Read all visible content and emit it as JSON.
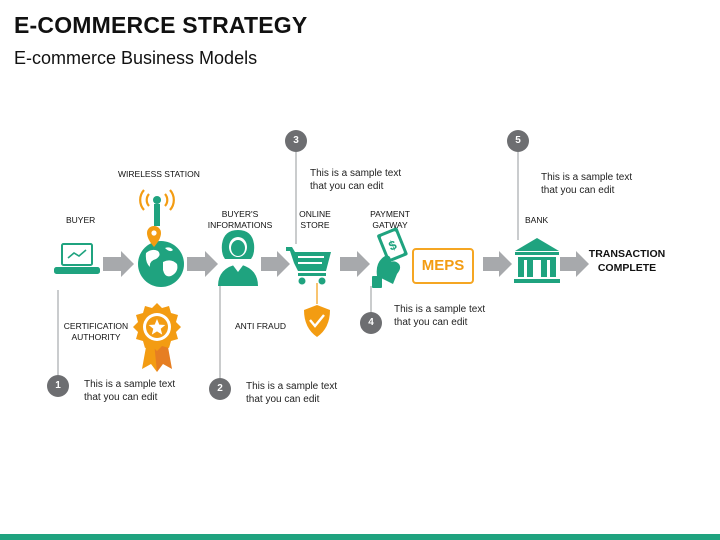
{
  "header": {
    "title": "E-COMMERCE STRATEGY",
    "subtitle": "E-commerce Business Models"
  },
  "colors": {
    "green": "#1fa37f",
    "orange": "#f39c12",
    "gray_arrow": "#a7a9ac",
    "badge": "#6d6e71"
  },
  "labels": {
    "buyer": "BUYER",
    "wireless_station": "WIRELESS STATION",
    "buyers_informations_1": "BUYER'S",
    "buyers_informations_2": "INFORMATIONS",
    "online_store_1": "ONLINE",
    "online_store_2": "STORE",
    "payment_gatway_1": "PAYMENT",
    "payment_gatway_2": "GATWAY",
    "bank": "BANK",
    "certification_authority_1": "CERTIFICATION",
    "certification_authority_2": "AUTHORITY",
    "anti_fraud": "ANTI FRAUD",
    "transaction_complete_1": "TRANSACTION",
    "transaction_complete_2": "COMPLETE",
    "meps": "MEPS"
  },
  "steps": [
    {
      "number": "1",
      "line1": "This is a sample text",
      "line2": "that you can edit"
    },
    {
      "number": "2",
      "line1": "This is a sample text",
      "line2": "that you can edit"
    },
    {
      "number": "3",
      "line1": "This is a sample text",
      "line2": "that you can edit"
    },
    {
      "number": "4",
      "line1": "This is a sample text",
      "line2": "that you can edit"
    },
    {
      "number": "5",
      "line1": "This is a sample text",
      "line2": "that you can edit"
    }
  ],
  "icons": {
    "buyer": "laptop-icon",
    "wireless": "antenna-icon",
    "globe": "globe-pin-icon",
    "certificate": "award-ribbon-icon",
    "person": "user-icon",
    "cart": "shopping-cart-icon",
    "shield": "shield-check-icon",
    "payment": "hand-money-icon",
    "bank": "bank-icon"
  }
}
